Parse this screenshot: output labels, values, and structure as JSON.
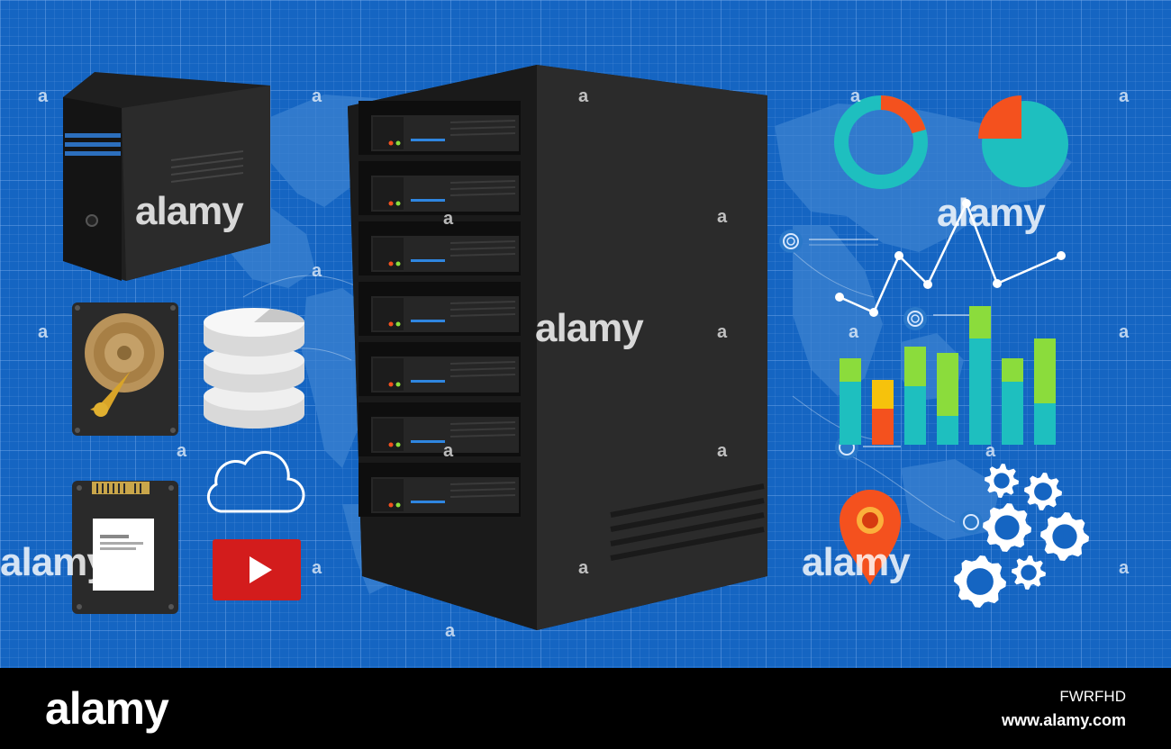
{
  "watermark": {
    "brand": "alamy",
    "tile_glyph": "a"
  },
  "footer": {
    "logo": "alamy",
    "image_id": "FWRFHD",
    "url": "www.alamy.com"
  },
  "colors": {
    "background": "#1565c2",
    "server_rack": "#262626",
    "accent_teal": "#1ebfbf",
    "accent_green": "#8bdc3c",
    "accent_orange": "#f4511e",
    "accent_yellow": "#f6c20c",
    "youtube_red": "#d31c1c"
  },
  "icons": [
    "tower-server-icon",
    "hard-drive-icon",
    "database-icon",
    "cloud-icon",
    "ssd-icon",
    "play-button-icon",
    "server-rack-icon",
    "donut-chart-icon",
    "pie-chart-icon",
    "line-chart-icon",
    "bar-chart-icon",
    "location-pin-icon",
    "gears-icon",
    "world-map-icon"
  ]
}
